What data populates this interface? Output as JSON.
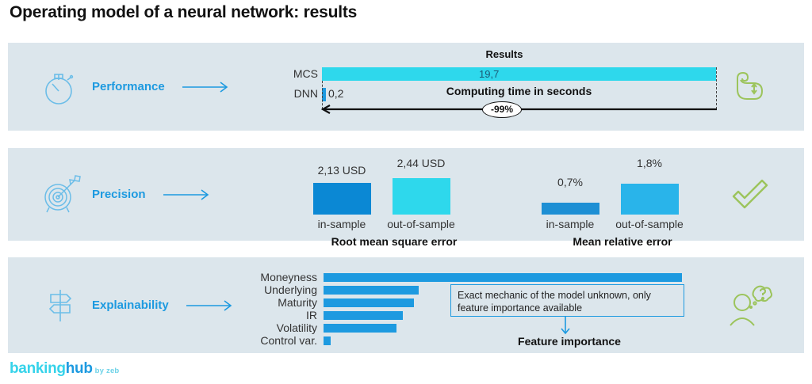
{
  "page": {
    "title": "Operating model of a neural network: results",
    "background": "#ffffff",
    "panel_bg": "#dce6ec",
    "accent_blue": "#1d9ae0",
    "accent_cyan": "#2ed8ec",
    "accent_green": "#8cc152"
  },
  "footer": {
    "logo_part1": "banking",
    "logo_part2": "hub",
    "logo_suffix": "by zeb"
  },
  "panels": [
    {
      "id": "performance",
      "label": "Performance",
      "icon": "stopwatch-icon",
      "right_icon": "muscle-arm-icon",
      "arrow": "long-arrow-right-icon"
    },
    {
      "id": "precision",
      "label": "Precision",
      "icon": "target-arrow-icon",
      "right_icon": "check-mark-icon",
      "arrow": "long-arrow-right-icon"
    },
    {
      "id": "explainability",
      "label": "Explainability",
      "icon": "signpost-icon",
      "right_icon": "person-question-icon",
      "arrow": "long-arrow-right-icon"
    }
  ],
  "performance": {
    "heading": "Results",
    "caption": "Computing time in seconds",
    "reduction_badge": "-99%",
    "labels": {
      "mcs": "MCS",
      "dnn": "DNN"
    },
    "values": {
      "mcs": "19,7",
      "dnn": "0,2"
    }
  },
  "precision": {
    "groups": [
      {
        "title": "Root mean square error",
        "categories": [
          "in-sample",
          "out-of-sample"
        ],
        "values": [
          "2,13 USD",
          "2,44 USD"
        ]
      },
      {
        "title": "Mean relative error",
        "categories": [
          "in-sample",
          "out-of-sample"
        ],
        "values": [
          "0,7%",
          "1,8%"
        ]
      }
    ]
  },
  "explainability": {
    "callout": "Exact mechanic of the model unknown, only feature importance available",
    "title": "Feature importance",
    "features": [
      "Moneyness",
      "Underlying",
      "Maturity",
      "IR",
      "Volatility",
      "Control var."
    ]
  },
  "chart_data": [
    {
      "type": "bar",
      "title": "Results",
      "subtitle": "Computing time in seconds",
      "orientation": "horizontal",
      "categories": [
        "MCS",
        "DNN"
      ],
      "values": [
        19.7,
        0.2
      ],
      "unit": "seconds",
      "value_labels": [
        "19,7",
        "0,2"
      ],
      "colors": [
        "#2ed8ec",
        "#1d9ae0"
      ],
      "annotation": "-99%",
      "xlabel": "",
      "ylabel": "",
      "xlim": [
        0,
        19.7
      ],
      "grid": false,
      "legend": "none"
    },
    {
      "type": "bar",
      "title": "Root mean square error",
      "categories": [
        "in-sample",
        "out-of-sample"
      ],
      "values": [
        2.13,
        2.44
      ],
      "unit": "USD",
      "value_labels": [
        "2,13 USD",
        "2,44 USD"
      ],
      "colors": [
        "#0b88d4",
        "#2ed8ec"
      ],
      "xlabel": "",
      "ylabel": "USD",
      "ylim": [
        0,
        2.44
      ],
      "grid": false,
      "legend": "none"
    },
    {
      "type": "bar",
      "title": "Mean relative error",
      "categories": [
        "in-sample",
        "out-of-sample"
      ],
      "values": [
        0.7,
        1.8
      ],
      "unit": "%",
      "value_labels": [
        "0,7%",
        "1,8%"
      ],
      "colors": [
        "#1d8fd4",
        "#29b4ea"
      ],
      "xlabel": "",
      "ylabel": "%",
      "ylim": [
        0,
        1.8
      ],
      "grid": false,
      "legend": "none"
    },
    {
      "type": "bar",
      "title": "Feature importance",
      "orientation": "horizontal",
      "categories": [
        "Moneyness",
        "Underlying",
        "Maturity",
        "IR",
        "Volatility",
        "Control var."
      ],
      "values": [
        100,
        26.5,
        25.2,
        22.1,
        20.4,
        2.0
      ],
      "unit": "relative importance",
      "colors": [
        "#1d9ae0",
        "#1d9ae0",
        "#1d9ae0",
        "#1d9ae0",
        "#1d9ae0",
        "#1d9ae0"
      ],
      "xlabel": "",
      "ylabel": "",
      "xlim": [
        0,
        100
      ],
      "grid": false,
      "legend": "none",
      "annotation": "Exact mechanic of the model unknown, only feature importance available"
    }
  ]
}
